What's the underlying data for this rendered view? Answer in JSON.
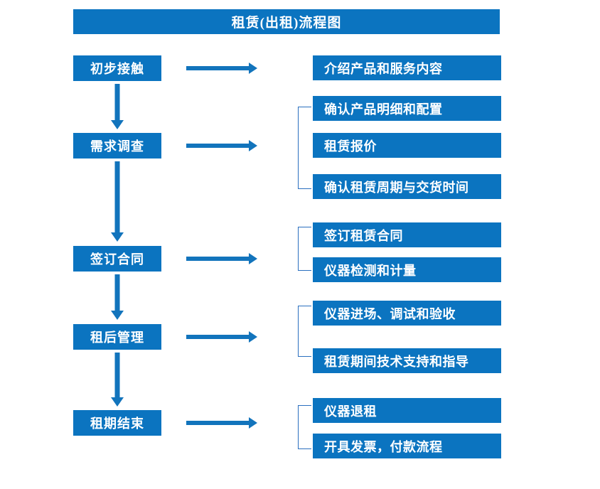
{
  "diagram": {
    "title": "租赁(出租)流程图",
    "colors": {
      "box_fill": "#0b74c0",
      "box_text": "#ffffff",
      "arrow": "#1274bc",
      "bracket": "#2a6fbf",
      "background": "#ffffff"
    },
    "stages": [
      {
        "id": "stage-1",
        "label": "初步接触",
        "details": [
          "介绍产品和服务内容"
        ],
        "has_bracket": false,
        "has_down_arrow": true
      },
      {
        "id": "stage-2",
        "label": "需求调查",
        "details": [
          "确认产品明细和配置",
          "租赁报价",
          "确认租赁周期与交货时间"
        ],
        "has_bracket": true,
        "has_down_arrow": true
      },
      {
        "id": "stage-3",
        "label": "签订合同",
        "details": [
          "签订租赁合同",
          "仪器检测和计量"
        ],
        "has_bracket": true,
        "has_down_arrow": true
      },
      {
        "id": "stage-4",
        "label": "租后管理",
        "details": [
          "仪器进场、调试和验收",
          "租赁期间技术支持和指导"
        ],
        "has_bracket": true,
        "has_down_arrow": true
      },
      {
        "id": "stage-5",
        "label": "租期结束",
        "details": [
          "仪器退租",
          "开具发票，付款流程"
        ],
        "has_bracket": true,
        "has_down_arrow": false
      }
    ],
    "detail_boxes": [
      {
        "text": "介绍产品和服务内容",
        "stage": 1
      },
      {
        "text": "确认产品明细和配置",
        "stage": 2
      },
      {
        "text": "租赁报价",
        "stage": 2
      },
      {
        "text": "确认租赁周期与交货时间",
        "stage": 2
      },
      {
        "text": "签订租赁合同",
        "stage": 3
      },
      {
        "text": "仪器检测和计量",
        "stage": 3
      },
      {
        "text": "仪器进场、调试和验收",
        "stage": 4
      },
      {
        "text": "租赁期间技术支持和指导",
        "stage": 4
      },
      {
        "text": "仪器退租",
        "stage": 5
      },
      {
        "text": "开具发票，付款流程",
        "stage": 5
      }
    ]
  }
}
